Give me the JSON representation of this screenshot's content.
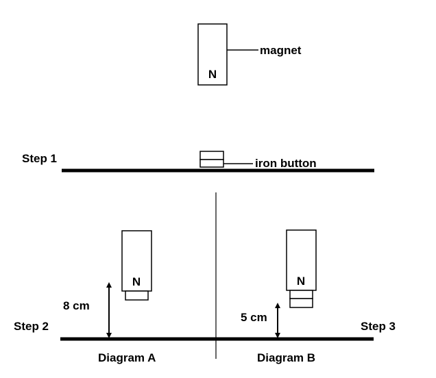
{
  "labels": {
    "magnet": "magnet",
    "iron_button": "iron button",
    "step1": "Step 1",
    "step2": "Step 2",
    "step3": "Step 3",
    "distance_a": "8 cm",
    "distance_b": "5 cm",
    "diagram_a": "Diagram A",
    "diagram_b": "Diagram B"
  },
  "magnets": {
    "top_pole": "N",
    "a_pole": "N",
    "b_pole": "N"
  },
  "colors": {
    "ink": "#000000",
    "background": "#ffffff"
  }
}
